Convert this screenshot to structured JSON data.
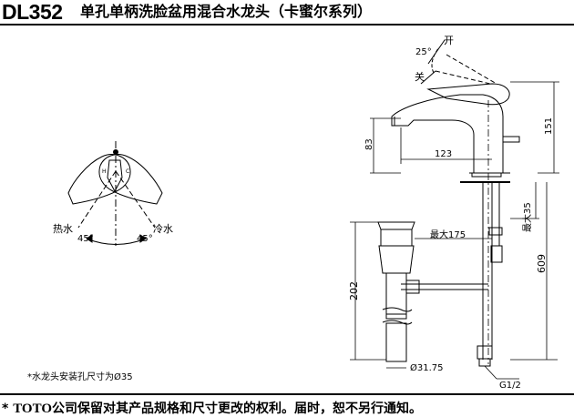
{
  "header": {
    "model": "DL352",
    "title": "单孔单柄洗脸盆用混合水龙头（卡蜜尔系列）"
  },
  "top_view": {
    "hot_label": "热水",
    "cold_label": "冷水",
    "angle_left": "45°",
    "angle_right": "45°",
    "handle_mark_h": "H",
    "handle_mark_c": "C"
  },
  "side_view": {
    "open_label": "开",
    "close_label": "关",
    "angle": "25°",
    "dim_spout_reach": "123",
    "dim_spout_height": "83",
    "dim_body_height": "151",
    "dim_max_thickness": "最大35",
    "dim_max_175": "最大175",
    "dim_drain": "202",
    "dim_total": "609",
    "dim_drain_dia": "Ø31.75",
    "thread": "G1/2"
  },
  "note": "*水龙头安装孔尺寸为Ø35",
  "footer": {
    "star": "*",
    "brand": "TOTO",
    "text": "公司保留对其产品规格和尺寸更改的权利。届时，恕不另行通知。"
  }
}
